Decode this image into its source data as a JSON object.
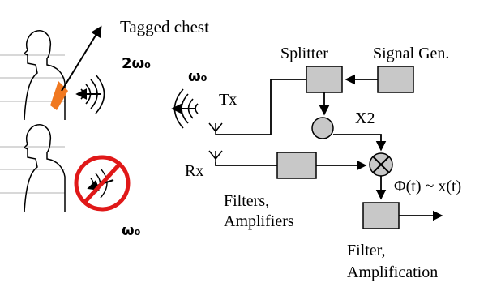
{
  "labels": {
    "tagged_chest": "Tagged chest",
    "two_omega0": "2ω₀",
    "omega0_top": "ω₀",
    "omega0_bottom": "ω₀",
    "tx": "Tx",
    "rx": "Rx",
    "splitter": "Splitter",
    "signal_gen": "Signal Gen.",
    "x2": "X2",
    "phase_line1": "Φ(t) ~ x(t)",
    "filters_amp_1": "Filters,",
    "filters_amp_2": "Amplifiers",
    "filter_ampl_1": "Filter,",
    "filter_ampl_2": "Amplification"
  },
  "colors": {
    "block_fill": "#c8c8c8",
    "tag_orange": "#f07820",
    "prohibit_red": "#e01818",
    "line": "#000000",
    "guide_line": "#b0b0b0"
  },
  "icons": {
    "mixer": "mixer-x-circle-icon",
    "doubler": "frequency-doubler-circle-icon",
    "antenna": "antenna-icon",
    "wave": "radio-wave-icon",
    "prohibit": "no-reflection-prohibit-icon"
  }
}
